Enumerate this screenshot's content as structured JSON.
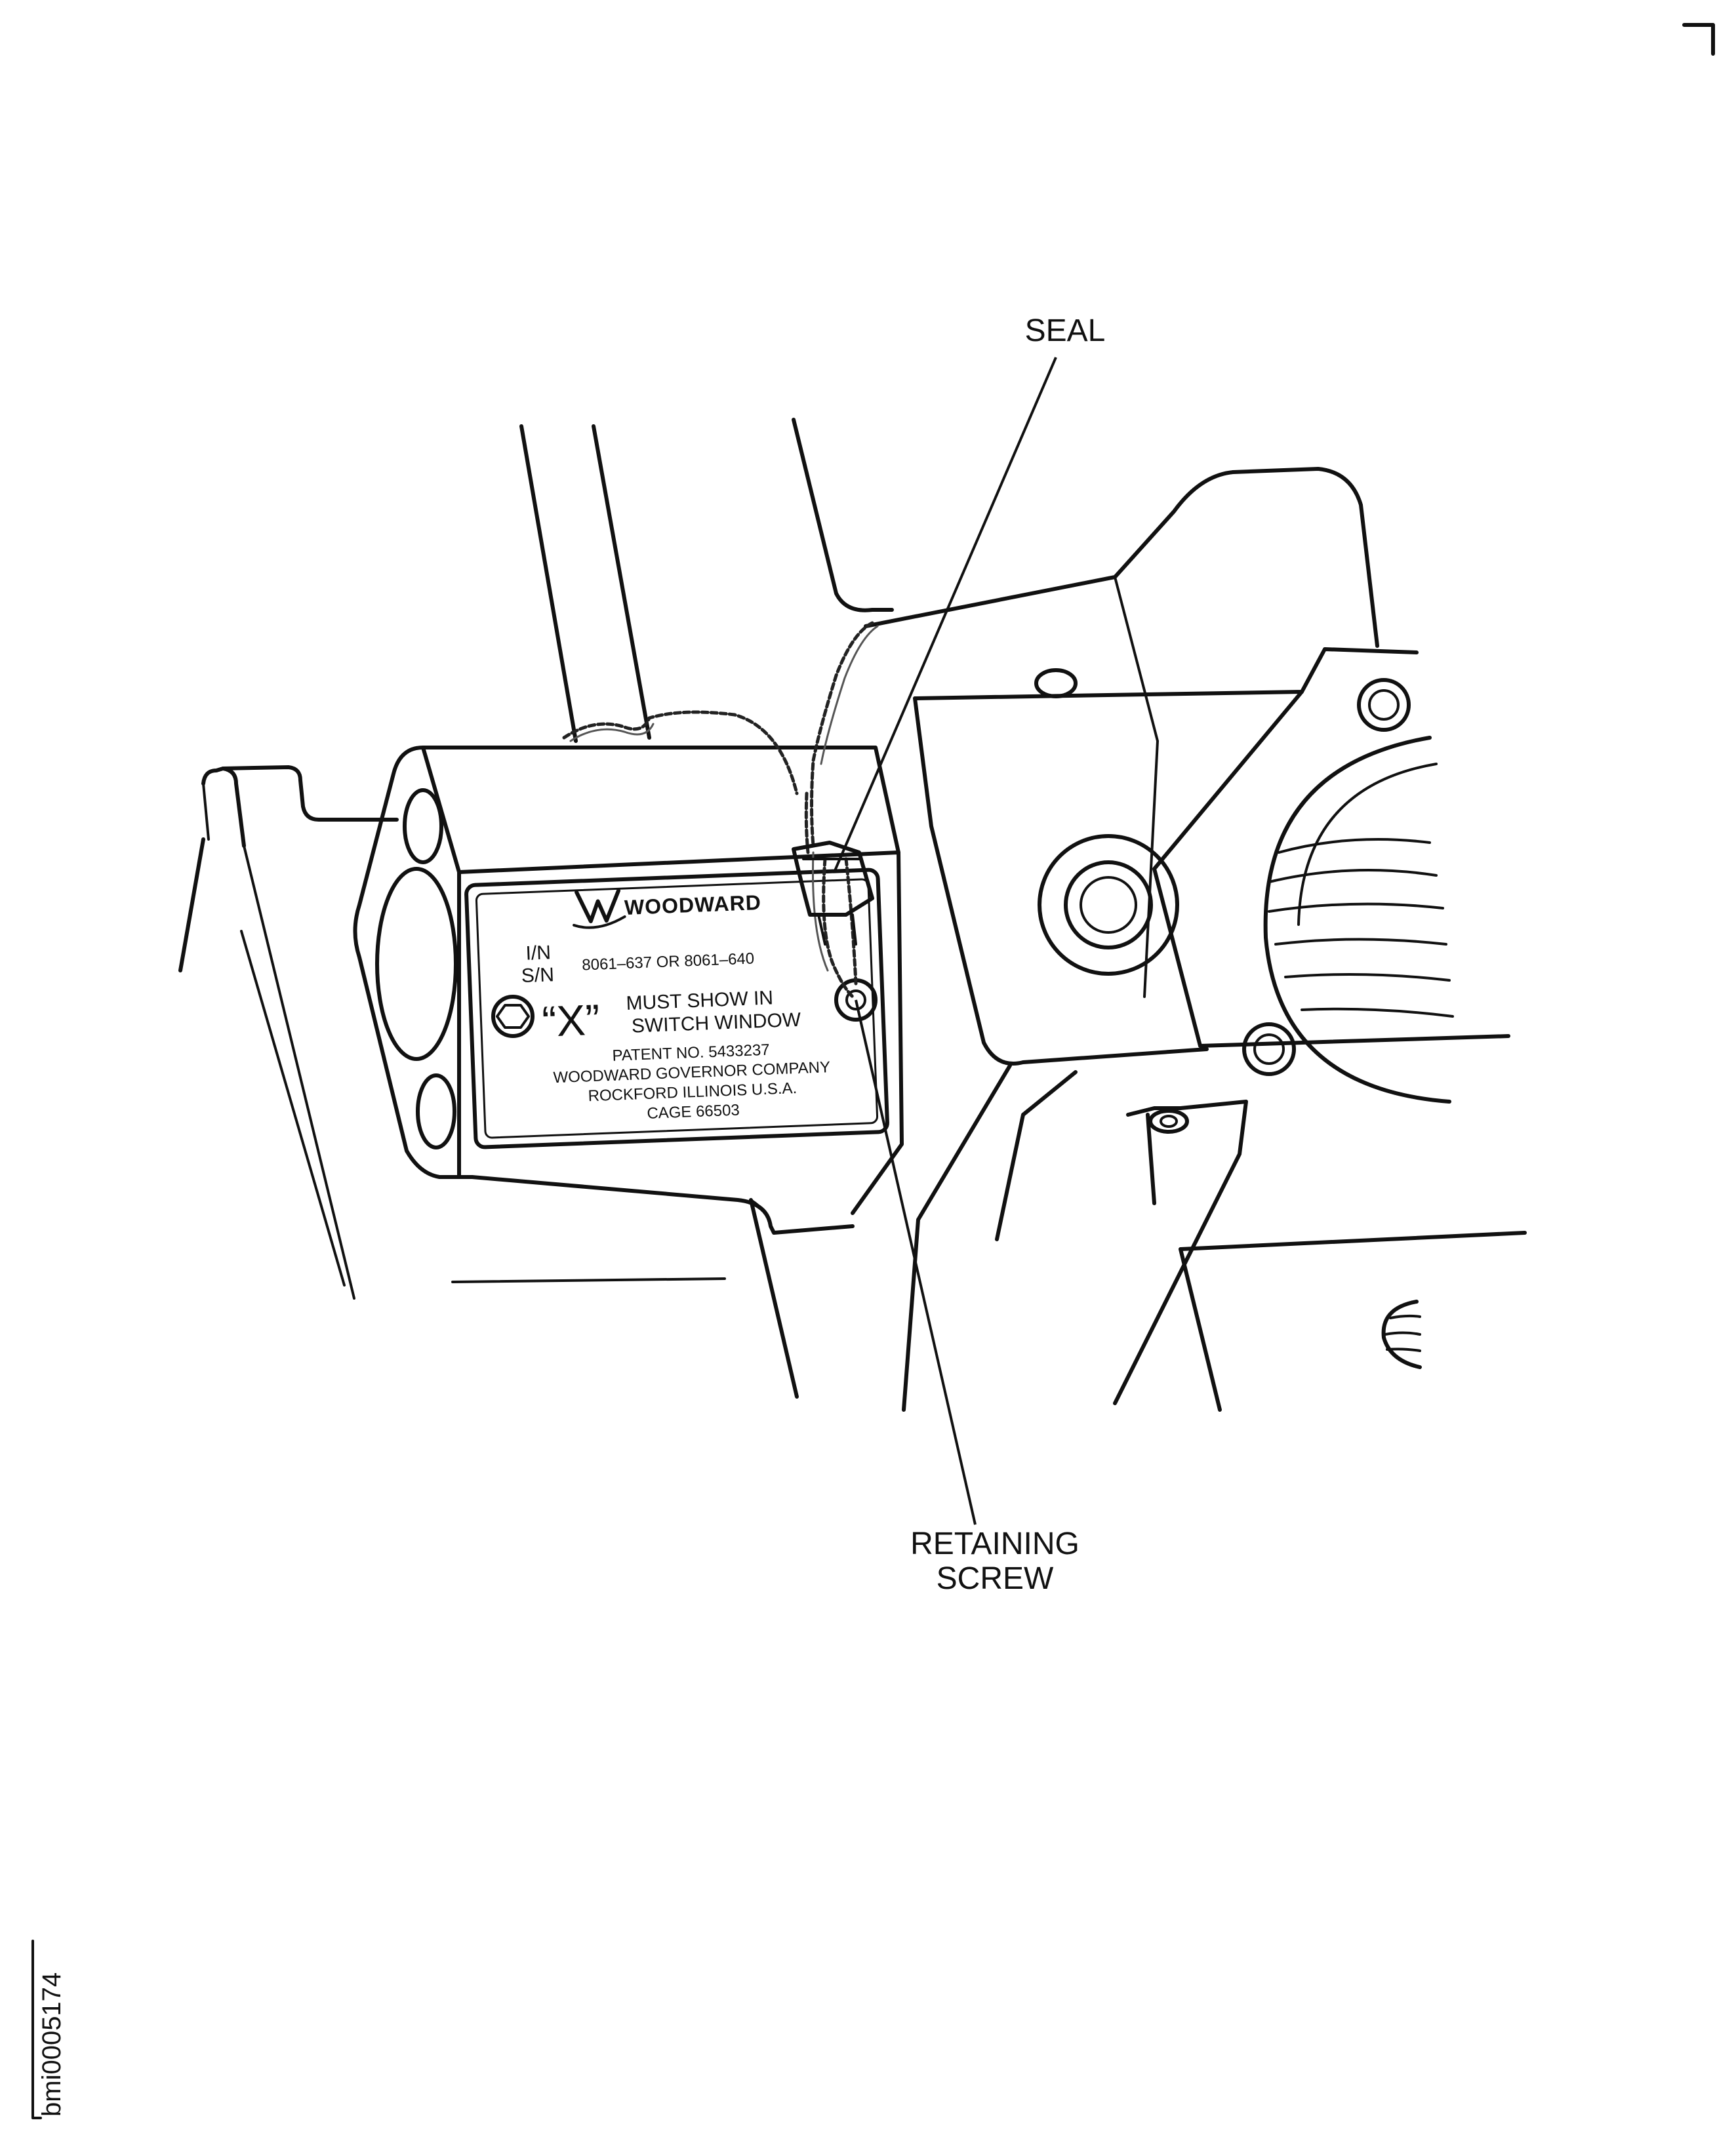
{
  "callouts": {
    "seal": "SEAL",
    "retaining_screw_line1": "RETAINING",
    "retaining_screw_line2": "SCREW"
  },
  "nameplate": {
    "brand": "WOODWARD",
    "in_label": "I/N",
    "sn_label": "S/N",
    "part_numbers": "8061–637 OR 8061–640",
    "x_mark": "“X”",
    "instruction_line1": "MUST SHOW IN",
    "instruction_line2": "SWITCH WINDOW",
    "patent": "PATENT NO. 5433237",
    "company": "WOODWARD GOVERNOR COMPANY",
    "location": "ROCKFORD ILLINOIS U.S.A.",
    "cage": "CAGE 66503"
  },
  "figure_id": "bmi0005174"
}
